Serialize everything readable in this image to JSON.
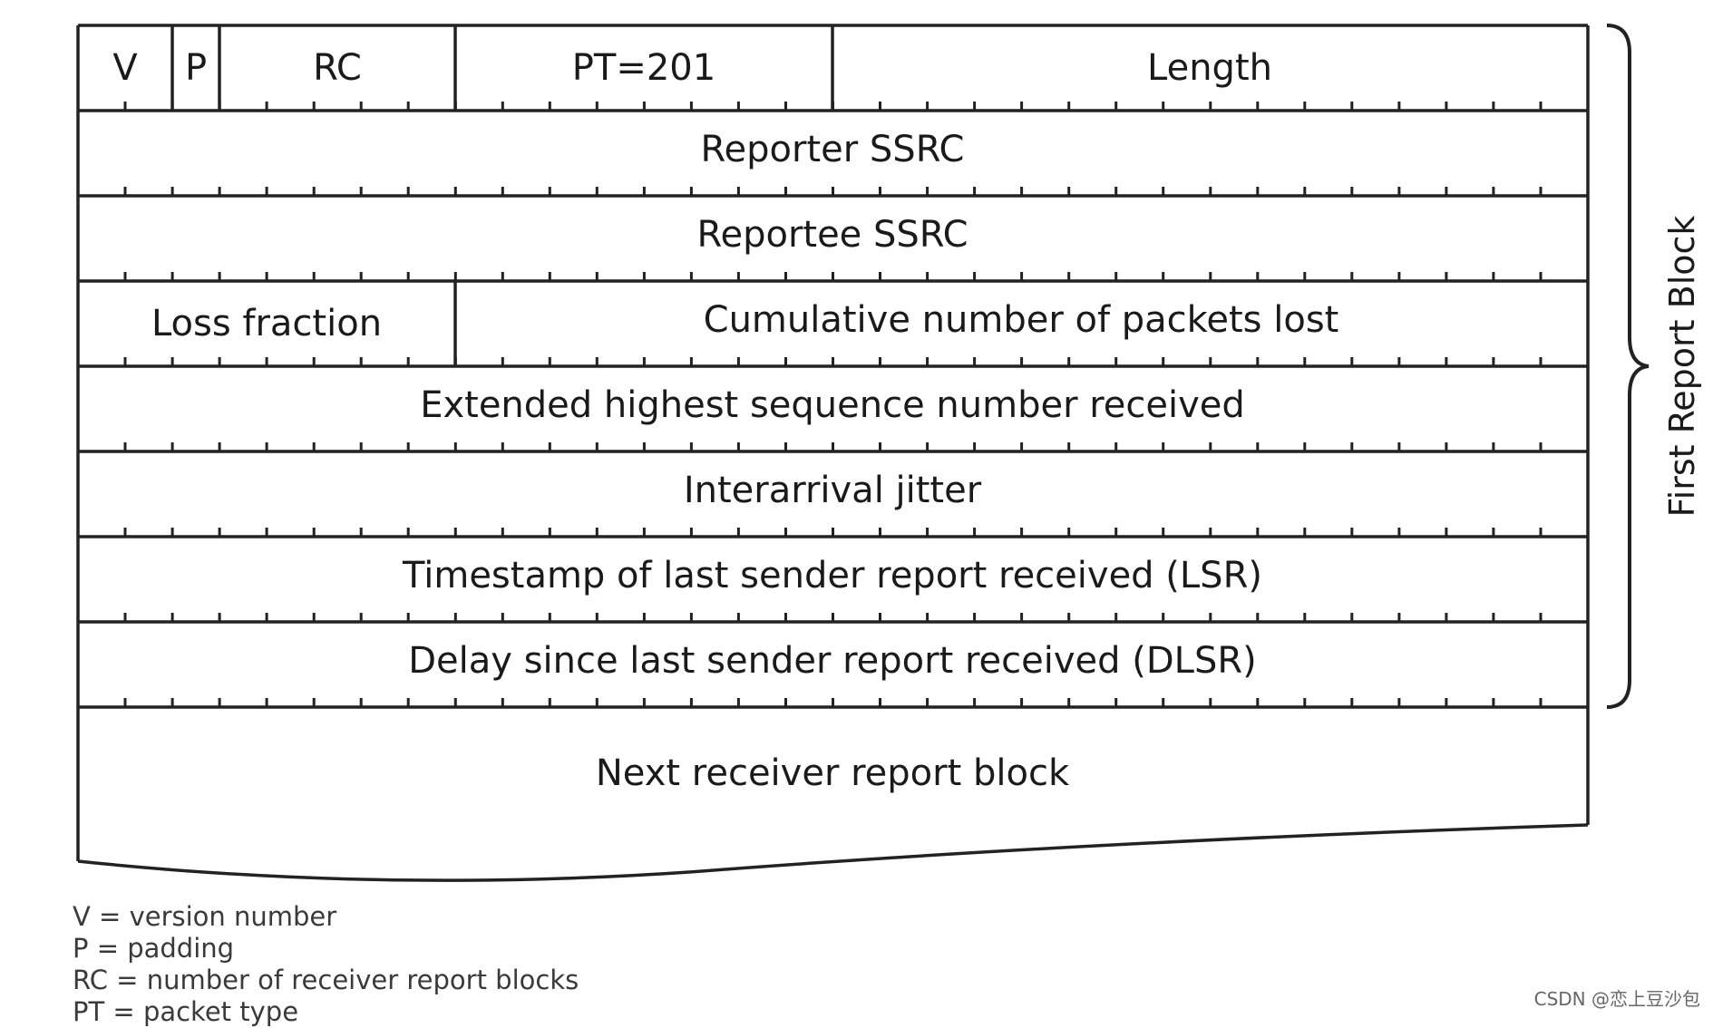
{
  "header_row": {
    "v": "V",
    "p": "P",
    "rc": "RC",
    "pt": "PT=201",
    "length": "Length"
  },
  "rows": {
    "reporter_ssrc": "Reporter SSRC",
    "reportee_ssrc": "Reportee SSRC",
    "loss_fraction": "Loss fraction",
    "cumulative_lost": "Cumulative number of packets lost",
    "extended_highest_seq": "Extended highest sequence number received",
    "interarrival_jitter": "Interarrival jitter",
    "lsr": "Timestamp of last sender report received (LSR)",
    "dlsr": "Delay since last sender report received (DLSR)",
    "next_block": "Next receiver report block"
  },
  "brace_label": "First Report Block",
  "legend": [
    "V = version number",
    "P = padding",
    "RC = number of receiver report blocks",
    "PT = packet type"
  ],
  "watermark": "CSDN @恋上豆沙包"
}
